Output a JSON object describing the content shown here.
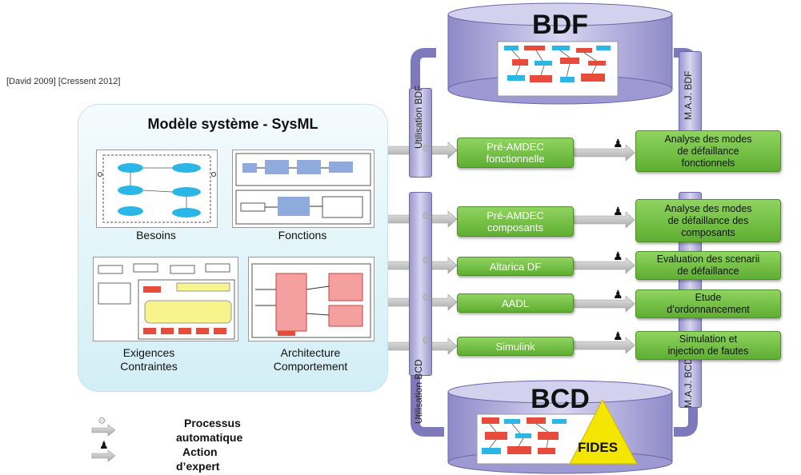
{
  "citation": "[David 2009] [Cressent 2012]",
  "sysml": {
    "title": "Modèle système - SysML",
    "captions": {
      "besoins": "Besoins",
      "fonctions": "Fonctions",
      "exigences_1": "Exigences",
      "exigences_2": "Contraintes",
      "architecture_1": "Architecture",
      "architecture_2": "Comportement"
    }
  },
  "databases": {
    "top": "BDF",
    "bottom": "BCD",
    "fides": "FIDES"
  },
  "side_labels": {
    "use_bdf": "Utilisation BDF",
    "use_bcd": "Utilisation BCD",
    "maj_bdf": "M.A.J. BDF",
    "maj_bcd": "M.A.J. BCD"
  },
  "tools": [
    {
      "label_1": "Pré-AMDEC",
      "label_2": "fonctionnelle"
    },
    {
      "label_1": "Pré-AMDEC",
      "label_2": "composants"
    },
    {
      "label_1": "Altarica DF",
      "label_2": ""
    },
    {
      "label_1": "AADL",
      "label_2": ""
    },
    {
      "label_1": "Simulink",
      "label_2": ""
    }
  ],
  "analyses": [
    {
      "l1": "Analyse des modes",
      "l2": "de défaillance",
      "l3": "fonctionnels"
    },
    {
      "l1": "Analyse des modes",
      "l2": "de défaillance des",
      "l3": "composants"
    },
    {
      "l1": "Evaluation des scenarii",
      "l2": "de défaillance",
      "l3": ""
    },
    {
      "l1": "Etude",
      "l2": "d’ordonnancement",
      "l3": ""
    },
    {
      "l1": "Simulation et",
      "l2": "injection de fautes",
      "l3": ""
    }
  ],
  "legend": {
    "auto_1": "Processus",
    "auto_2": "automatique",
    "expert_1": "Action",
    "expert_2": "d’expert"
  },
  "colors": {
    "green": "#6cbf3c",
    "cylinder": "#b4b0e0",
    "sysml_bg": "#d3eef6"
  }
}
